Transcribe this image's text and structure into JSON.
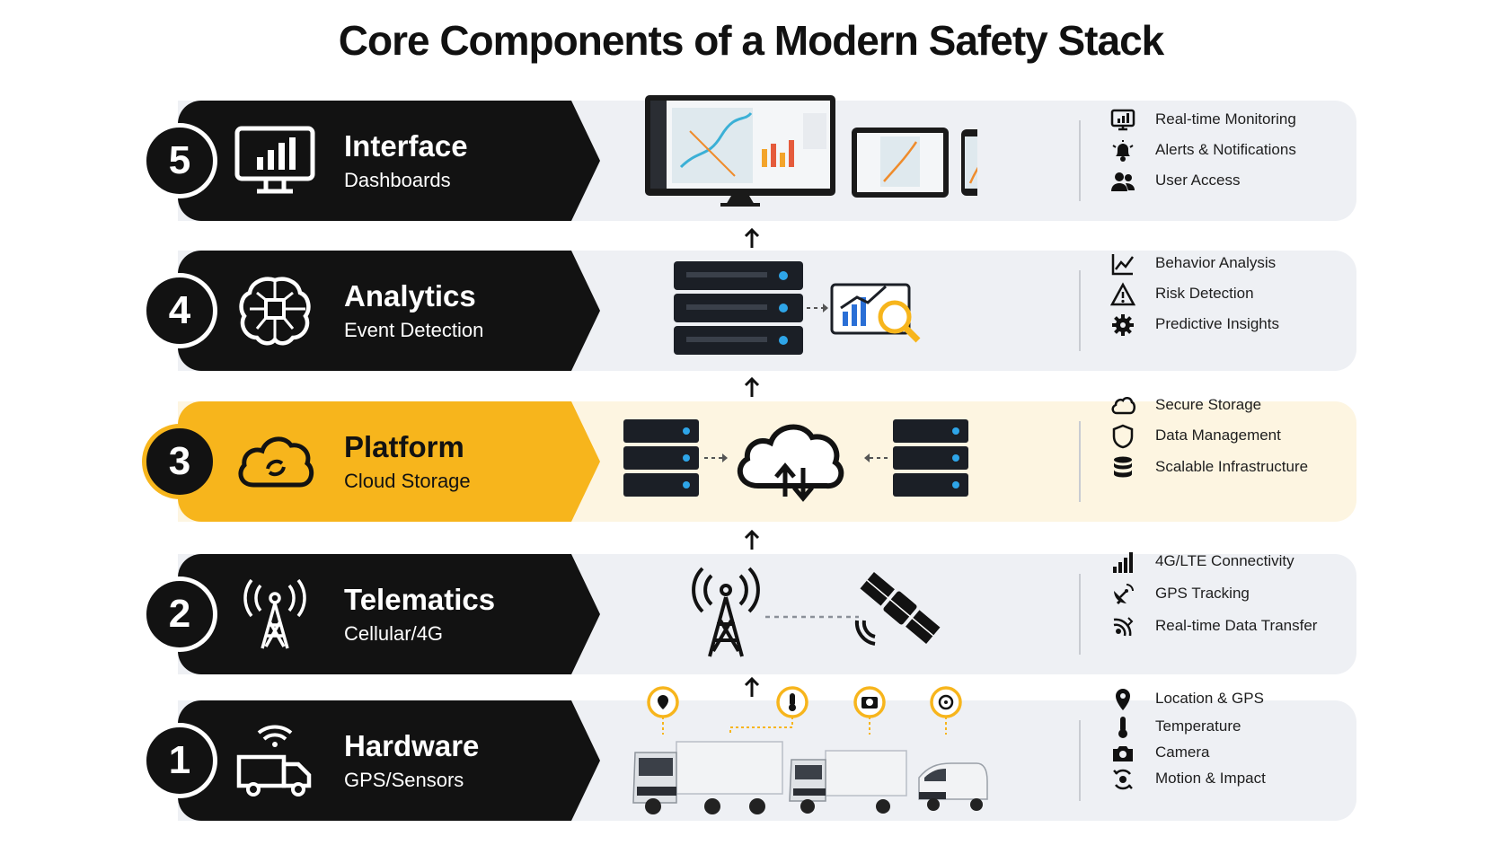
{
  "title": "Core Components of a Modern Safety Stack",
  "colors": {
    "dark": "#121212",
    "accent": "#f7b51c",
    "band": "#eef0f4",
    "band_highlight": "#fdf5e1"
  },
  "layers": [
    {
      "number": "5",
      "title": "Interface",
      "subtitle": "Dashboards",
      "icon": "monitor-chart-icon",
      "features": [
        {
          "label": "Real-time Monitoring",
          "icon": "monitor-chart-icon"
        },
        {
          "label": "Alerts & Notifications",
          "icon": "bell-icon"
        },
        {
          "label": "User Access",
          "icon": "users-icon"
        }
      ]
    },
    {
      "number": "4",
      "title": "Analytics",
      "subtitle": "Event Detection",
      "icon": "brain-chip-icon",
      "features": [
        {
          "label": "Behavior Analysis",
          "icon": "trend-line-icon"
        },
        {
          "label": "Risk Detection",
          "icon": "warning-icon"
        },
        {
          "label": "Predictive Insights",
          "icon": "gear-icon"
        }
      ]
    },
    {
      "number": "3",
      "title": "Platform",
      "subtitle": "Cloud Storage",
      "icon": "cloud-sync-icon",
      "features": [
        {
          "label": "Secure Storage",
          "icon": "cloud-icon"
        },
        {
          "label": "Data Management",
          "icon": "shield-icon"
        },
        {
          "label": "Scalable Infrastructure",
          "icon": "database-icon"
        }
      ]
    },
    {
      "number": "2",
      "title": "Telematics",
      "subtitle": "Cellular/4G",
      "icon": "cell-tower-icon",
      "features": [
        {
          "label": "4G/LTE Connectivity",
          "icon": "signal-bars-icon"
        },
        {
          "label": "GPS Tracking",
          "icon": "satellite-dish-icon"
        },
        {
          "label": "Real-time Data Transfer",
          "icon": "data-transfer-icon"
        }
      ]
    },
    {
      "number": "1",
      "title": "Hardware",
      "subtitle": "GPS/Sensors",
      "icon": "truck-wifi-icon",
      "features": [
        {
          "label": "Location & GPS",
          "icon": "location-pin-icon"
        },
        {
          "label": "Temperature",
          "icon": "thermometer-icon"
        },
        {
          "label": "Camera",
          "icon": "camera-icon"
        },
        {
          "label": "Motion & Impact",
          "icon": "motion-icon"
        }
      ]
    }
  ]
}
